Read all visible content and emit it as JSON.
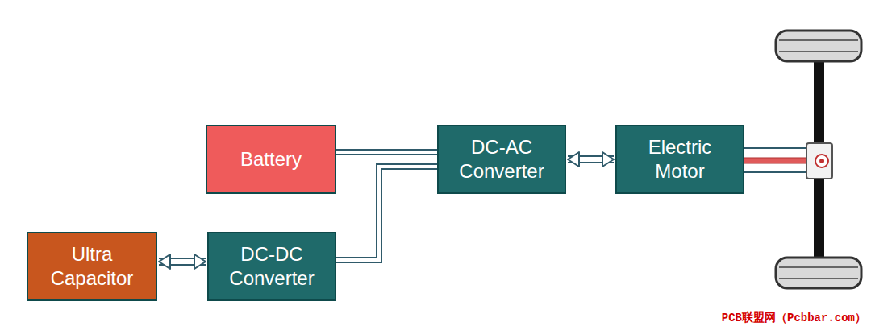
{
  "diagram": {
    "nodes": [
      {
        "text": [
          "Battery"
        ]
      },
      {
        "text": [
          "DC-AC Converter"
        ]
      },
      {
        "text": [
          "Electric Motor"
        ]
      },
      {
        "text": [
          "Ultra Capacitor"
        ]
      },
      {
        "text": [
          "DC-DC Converter"
        ]
      }
    ],
    "edges": [
      {
        "from": 0,
        "to": 1,
        "arrow": "none"
      },
      {
        "from": 4,
        "to": 1,
        "arrow": "none"
      },
      {
        "from": 1,
        "to": 2,
        "arrow": "both"
      },
      {
        "from": 3,
        "to": 4,
        "arrow": "both"
      }
    ],
    "labels": [
      "PCB联盟网（Pcbbar.com）"
    ]
  }
}
